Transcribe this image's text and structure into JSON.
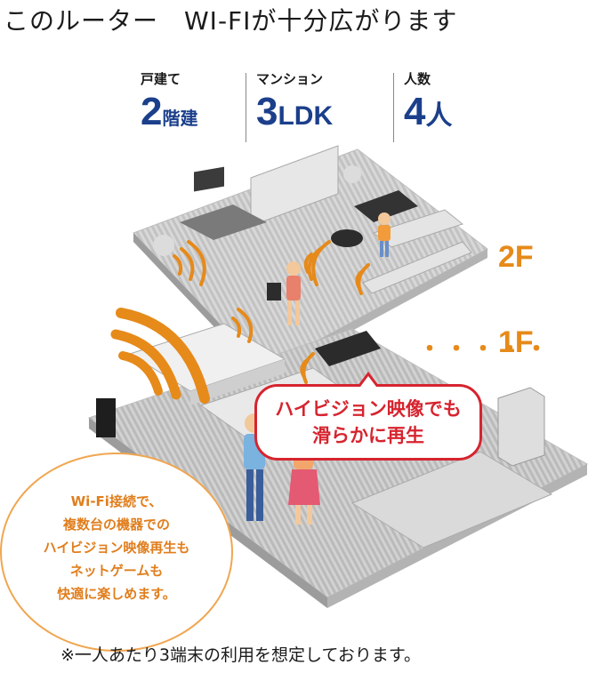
{
  "headline": "このルーター　WI-FIが十分広がります",
  "stats": [
    {
      "label": "戸建て",
      "value": "2",
      "unit": "階建"
    },
    {
      "label": "マンション",
      "value": "3",
      "unit": "LDK"
    },
    {
      "label": "人数",
      "value": "4",
      "unit": "人"
    }
  ],
  "floors": {
    "upper": "2F",
    "lower": "1F",
    "dots": "・・・・・"
  },
  "bubble": {
    "line1": "ハイビジョン映像でも",
    "line2": "滑らかに再生"
  },
  "circle_note": {
    "lines": [
      "Wi-Fi接続で、",
      "複数台の機器での",
      "ハイビジョン映像再生も",
      "ネットゲームも",
      "快適に楽しめます。"
    ]
  },
  "footnote": "※一人あたり3端末の利用を想定しております。",
  "colors": {
    "accent_orange": "#e68a1a",
    "navy": "#1b3f8b",
    "bubble_red": "#d6242f"
  }
}
